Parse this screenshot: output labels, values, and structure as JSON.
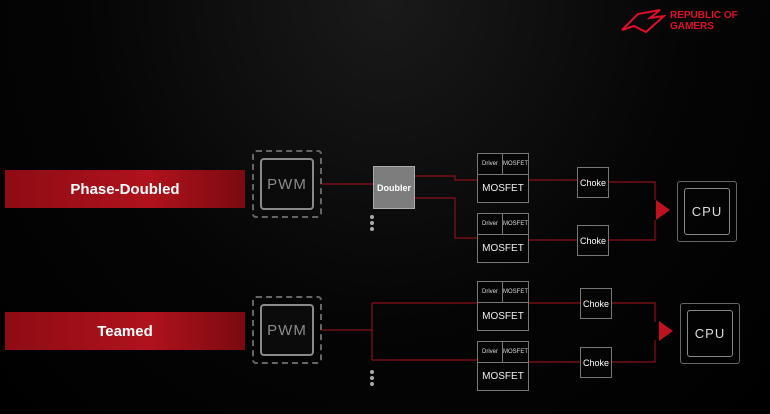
{
  "logo": {
    "line1": "REPUBLIC OF",
    "line2": "GAMERS"
  },
  "rows": [
    {
      "label": "Phase-Doubled",
      "pwm": "PWM",
      "doubler": "Doubler",
      "stages": [
        {
          "driver": "Driver",
          "mosfet_small": "MOSFET",
          "mosfet": "MOSFET",
          "choke": "Choke"
        },
        {
          "driver": "Driver",
          "mosfet_small": "MOSFET",
          "mosfet": "MOSFET",
          "choke": "Choke"
        }
      ],
      "cpu": "CPU"
    },
    {
      "label": "Teamed",
      "pwm": "PWM",
      "stages": [
        {
          "driver": "Driver",
          "mosfet_small": "MOSFET",
          "mosfet": "MOSFET",
          "choke": "Choke"
        },
        {
          "driver": "Driver",
          "mosfet_small": "MOSFET",
          "mosfet": "MOSFET",
          "choke": "Choke"
        }
      ],
      "cpu": "CPU"
    }
  ],
  "colors": {
    "accent": "#b0121c",
    "wire": "#8a1018",
    "logo": "#e0102a"
  }
}
